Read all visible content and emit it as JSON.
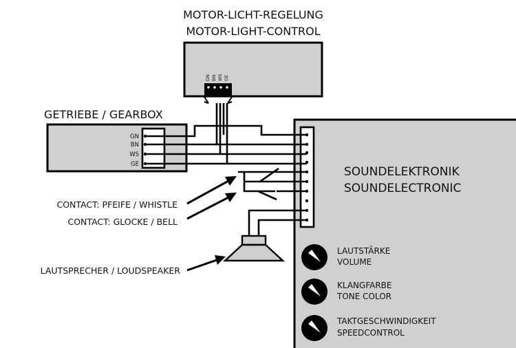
{
  "motor_control": {
    "title_de": "MOTOR-LICHT-REGELUNG",
    "title_en": "MOTOR-LIGHT-CONTROL"
  },
  "gearbox": {
    "title": "GETRIEBE / GEARBOX"
  },
  "pins": [
    "GN",
    "BN",
    "WS",
    "GE"
  ],
  "sound": {
    "title_de": "SOUNDELEKTRONIK",
    "title_en": "SOUNDELECTRONIC"
  },
  "labels": {
    "whistle": "CONTACT: PFEIFE / WHISTLE",
    "bell": "CONTACT: GLOCKE / BELL",
    "speaker": "LAUTSPRECHER / LOUDSPEAKER"
  },
  "knobs": [
    {
      "de": "LAUTSTÄRKE",
      "en": "VOLUME"
    },
    {
      "de": "KLANGFARBE",
      "en": "TONE COLOR"
    },
    {
      "de": "TAKTGESCHWINDIGKEIT",
      "en": "SPEEDCONTROL"
    }
  ],
  "colors": {
    "box_fill": "#d0d0d0",
    "line": "#000000",
    "background": "#ffffff"
  }
}
